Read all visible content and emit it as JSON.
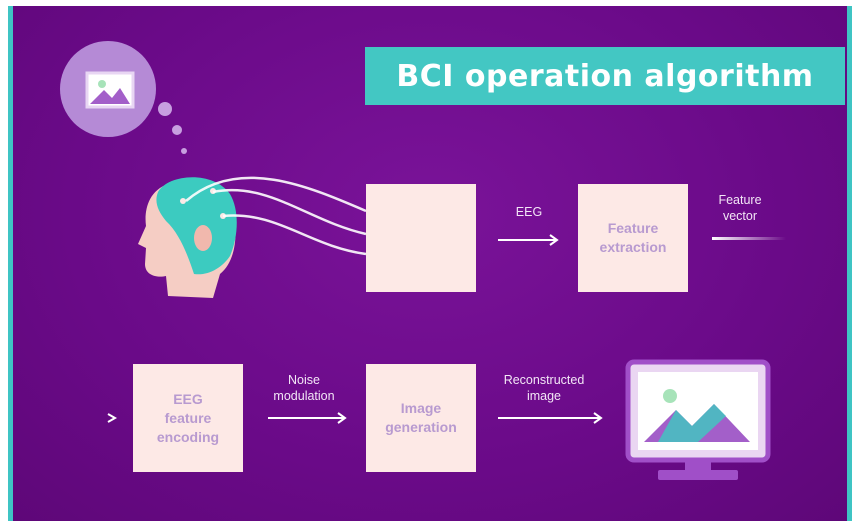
{
  "title": "BCI operation algorithm",
  "boxes": {
    "feature_extraction": "Feature\nextraction",
    "eeg_feature_encoding": "EEG\nfeature\nencoding",
    "image_generation": "Image\ngeneration"
  },
  "flow_labels": {
    "eeg": "EEG",
    "feature_vector": "Feature\nvector",
    "noise_modulation": "Noise\nmodulation",
    "reconstructed_image": "Reconstructed\nimage"
  },
  "colors": {
    "background": "#6d0c8c",
    "accent_teal": "#43c7c3",
    "box_fill": "#fde9e6",
    "box_text": "#b89ad0",
    "label_text": "#f3e6f6"
  },
  "icons": [
    "thought-bubble-image-icon",
    "head-eeg-cap-icon",
    "eeg-waveform-icon",
    "monitor-image-icon"
  ]
}
